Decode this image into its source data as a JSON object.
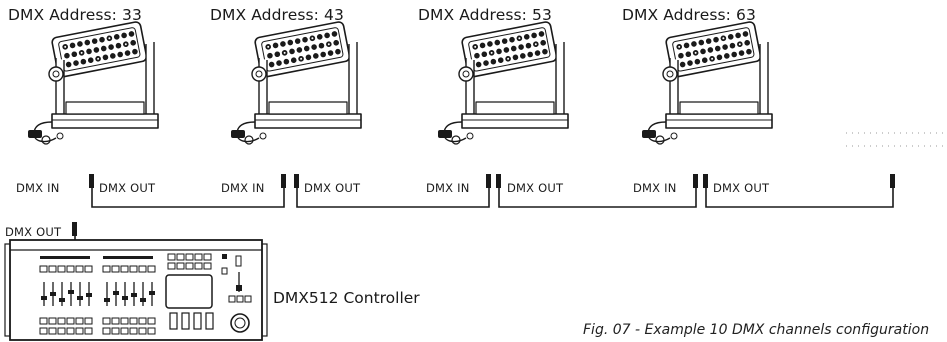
{
  "fixtures": [
    {
      "address_label": "DMX Address: 33"
    },
    {
      "address_label": "DMX Address: 43"
    },
    {
      "address_label": "DMX Address: 53"
    },
    {
      "address_label": "DMX Address: 63"
    }
  ],
  "ports": {
    "dmx_in": "DMX IN",
    "dmx_out": "DMX OUT"
  },
  "controller": {
    "label": "DMX512 Controller",
    "out_label": "DMX OUT"
  },
  "caption": "Fig. 07 - Example 10 DMX channels configuration"
}
